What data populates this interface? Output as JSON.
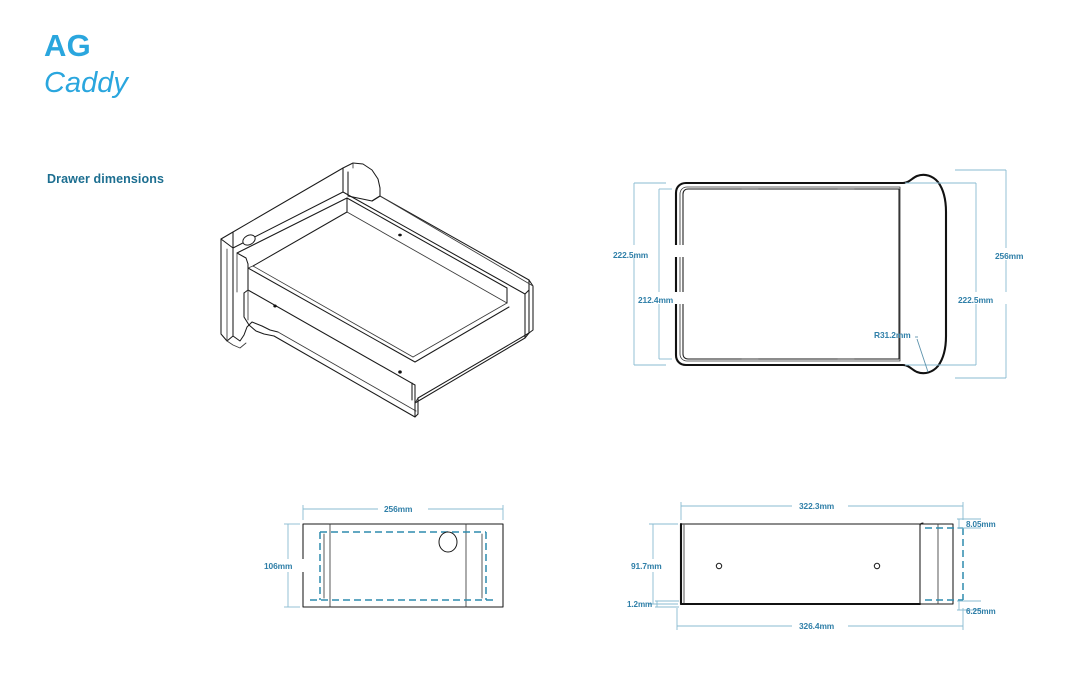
{
  "title": {
    "brand": "AG",
    "model": "Caddy"
  },
  "section": {
    "heading": "Drawer dimensions"
  },
  "colors": {
    "brand_blue": "#2AA6DE",
    "heading_blue": "#1C6E90",
    "dimension_text": "#2F7FA8",
    "dimension_line": "#88BBD2",
    "hidden_line": "#2E8CAE",
    "part_line": "#1a1a1a",
    "background": "#ffffff"
  },
  "views": {
    "isometric": {
      "name": "isometric-drawer-view",
      "label": ""
    },
    "top": {
      "name": "top-plan-view",
      "dimensions": {
        "left_outer": "222.5mm",
        "left_inner": "212.4mm",
        "right_outer": "256mm",
        "right_inner": "222.5mm",
        "corner_radius": "R31.2mm"
      }
    },
    "front": {
      "name": "front-elevation-view",
      "dimensions": {
        "width": "256mm",
        "height": "106mm"
      }
    },
    "side": {
      "name": "side-elevation-view",
      "dimensions": {
        "top_length": "322.3mm",
        "bottom_length": "326.4mm",
        "height": "91.7mm",
        "base_thickness": "1.2mm",
        "top_offset": "8.05mm",
        "bottom_offset": "6.25mm"
      }
    }
  },
  "chart_data": {
    "type": "table",
    "title": "Drawer dimensions",
    "units": "mm",
    "measurements": [
      {
        "view": "top",
        "label": "222.5mm",
        "value": 222.5,
        "position": "left-outer"
      },
      {
        "view": "top",
        "label": "212.4mm",
        "value": 212.4,
        "position": "left-inner"
      },
      {
        "view": "top",
        "label": "256mm",
        "value": 256,
        "position": "right-outer"
      },
      {
        "view": "top",
        "label": "222.5mm",
        "value": 222.5,
        "position": "right-inner"
      },
      {
        "view": "top",
        "label": "R31.2mm",
        "value": 31.2,
        "position": "corner-radius"
      },
      {
        "view": "front",
        "label": "256mm",
        "value": 256,
        "position": "width"
      },
      {
        "view": "front",
        "label": "106mm",
        "value": 106,
        "position": "height"
      },
      {
        "view": "side",
        "label": "322.3mm",
        "value": 322.3,
        "position": "top-length"
      },
      {
        "view": "side",
        "label": "326.4mm",
        "value": 326.4,
        "position": "bottom-length"
      },
      {
        "view": "side",
        "label": "91.7mm",
        "value": 91.7,
        "position": "height"
      },
      {
        "view": "side",
        "label": "1.2mm",
        "value": 1.2,
        "position": "base-thickness"
      },
      {
        "view": "side",
        "label": "8.05mm",
        "value": 8.05,
        "position": "top-offset"
      },
      {
        "view": "side",
        "label": "6.25mm",
        "value": 6.25,
        "position": "bottom-offset"
      }
    ]
  }
}
